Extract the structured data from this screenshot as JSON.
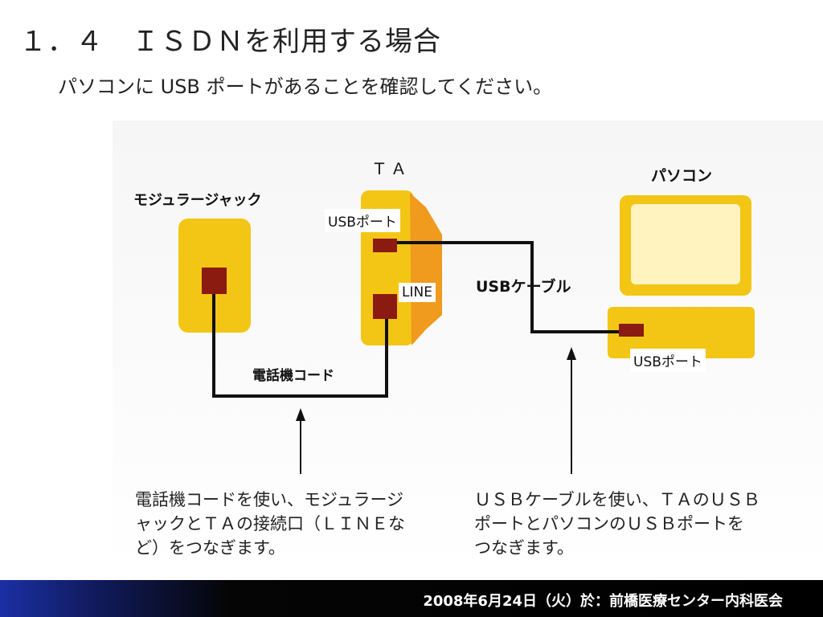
{
  "slide": {
    "title": "１．４　ＩＳＤＮを利用する場合",
    "subtitle": "パソコンに USB ポートがあることを確認してください。"
  },
  "diagram": {
    "labels": {
      "ta": "ＴＡ",
      "modular_jack": "モジュラージャック",
      "pc": "パソコン",
      "ta_usb_port": "USBポート",
      "ta_line": "LINE",
      "usb_cable": "USBケーブル",
      "phone_cord": "電話機コード",
      "pc_usb_port": "USBポート"
    },
    "colors": {
      "device_yellow": "#f3c616",
      "device_light": "#ffe27a",
      "ta_side_orange": "#f09a1e",
      "port_red": "#8b1a10",
      "cable_black": "#111111"
    }
  },
  "notes": {
    "left": [
      "電話機コードを使い、モジュラージ",
      "ャックとＴＡの接続口（ＬＩＮＥな",
      "ど）をつなぎます。"
    ],
    "right": [
      "ＵＳＢケーブルを使い、ＴＡのＵＳＢ",
      "ポートとパソコンのＵＳＢポートを",
      "つなぎます。"
    ]
  },
  "footer": {
    "text": "2008年6月24日（火）於：前橋医療センター内科医会"
  }
}
